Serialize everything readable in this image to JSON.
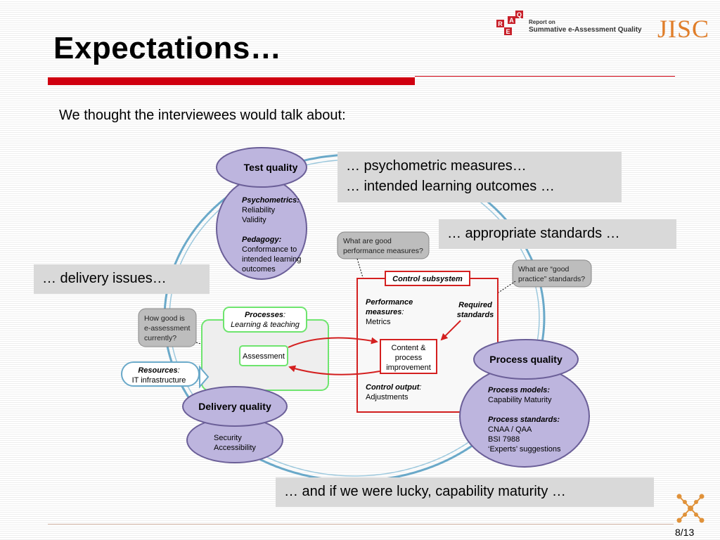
{
  "slide": {
    "title": "Expectations…",
    "subtitle": "We thought the interviewees would talk about:",
    "page_number": "8/13"
  },
  "header": {
    "report_line1": "Report on",
    "report_line2": "Summative e-Assessment Quality",
    "logo_letters": [
      "R",
      "E",
      "A",
      "Q"
    ],
    "jisc": "JISC"
  },
  "callouts": {
    "psychometric_1": "… psychometric measures…",
    "psychometric_2": "… intended learning outcomes …",
    "standards": "… appropriate standards …",
    "delivery": "… delivery issues…",
    "capability": "… and if we were lucky, capability maturity …"
  },
  "diagram": {
    "test_quality": {
      "title": "Test quality",
      "psychometrics_head": "Psychometrics:",
      "reliability": "Reliability",
      "validity": "Validity",
      "pedagogy_head": "Pedagogy:",
      "pedagogy_1": "Conformance to",
      "pedagogy_2": "intended learning",
      "pedagogy_3": "outcomes"
    },
    "q_performance": {
      "line1": "What are good",
      "line2": "performance measures?"
    },
    "q_standards": {
      "line1": "What are “good",
      "line2": "practice” standards?"
    },
    "q_current": {
      "line1": "How good is",
      "line2": "e-assessment",
      "line3": "currently?"
    },
    "control": {
      "title": "Control subsystem",
      "perf_1": "Performance",
      "perf_2": "measures",
      "perf_colon": ":",
      "metrics": "Metrics",
      "req_1": "Required",
      "req_2": "standards",
      "cpi_1": "Content &",
      "cpi_2": "process",
      "cpi_3": "improvement",
      "output_head": "Control output",
      "output_colon": ":",
      "adjustments": "Adjustments"
    },
    "processes": {
      "head": "Processes",
      "colon": ":",
      "sub": "Learning & teaching",
      "assessment": "Assessment"
    },
    "resources": {
      "head": "Resources",
      "colon": ":",
      "sub": "IT infrastructure"
    },
    "delivery_quality": {
      "title": "Delivery quality",
      "security": "Security",
      "accessibility": "Accessibility"
    },
    "process_quality": {
      "title": "Process quality",
      "models_head": "Process models:",
      "models_1": "Capability Maturity",
      "standards_head": "Process standards:",
      "std_1": "CNAA / QAA",
      "std_2": "BSI 7988",
      "std_3": "‘Experts’ suggestions"
    }
  },
  "colors": {
    "accent_red": "#d00010",
    "lavender": "#bdb5de",
    "lavender_stroke": "#6b5f98",
    "cycle_blue": "#6aa9c9",
    "green": "#6ee46e",
    "callout_grey": "#d9d9d9",
    "jisc_orange": "#e07e2a"
  }
}
